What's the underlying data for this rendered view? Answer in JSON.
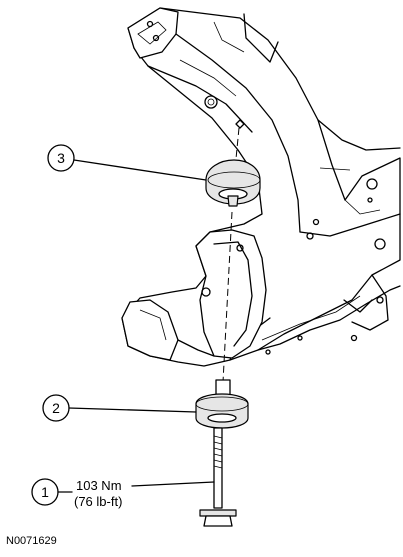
{
  "callouts": [
    {
      "number": "3"
    },
    {
      "number": "2"
    },
    {
      "number": "1",
      "spec_line1": "103 Nm",
      "spec_line2": "(76 lb-ft)"
    }
  ],
  "figure_id": "N0071629",
  "parts": [
    "frame-rail",
    "upper-body-mount-insulator",
    "lower-body-mount-insulator",
    "body-mount-bolt"
  ]
}
